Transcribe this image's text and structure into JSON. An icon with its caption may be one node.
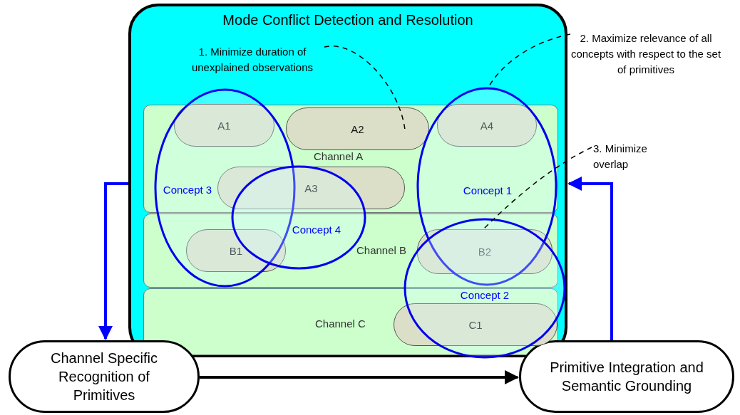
{
  "diagram": {
    "nodes": [
      {
        "text": [
          "Mode Conflict Detection and Resolution"
        ]
      },
      {
        "text": [
          "Channel A"
        ],
        "in": 0
      },
      {
        "text": [
          "Channel B"
        ],
        "in": 0
      },
      {
        "text": [
          "Channel C"
        ],
        "in": 0
      },
      {
        "text": [
          "A1"
        ]
      },
      {
        "text": [
          "A2"
        ],
        "in": 1
      },
      {
        "text": [
          "A3"
        ],
        "in": 1
      },
      {
        "text": [
          "A4"
        ]
      },
      {
        "text": [
          "B1"
        ]
      },
      {
        "text": [
          "B2"
        ]
      },
      {
        "text": [
          "C1"
        ],
        "in": 3
      },
      {
        "text": [
          "Concept 1"
        ],
        "in": 0
      },
      {
        "text": [
          "Concept 2"
        ],
        "in": 0
      },
      {
        "text": [
          "Concept 3"
        ],
        "in": 0
      },
      {
        "text": [
          "Concept 4"
        ],
        "in": 0
      },
      {
        "text": [
          "1. Minimize duration of unexplained observations"
        ],
        "in": 0
      },
      {
        "text": [
          "2. Maximize relevance of all concepts with respect to the set of primitives"
        ]
      },
      {
        "text": [
          "3. Minimize overlap"
        ]
      },
      {
        "text": [
          "Channel Specific Recognition of Primitives"
        ]
      },
      {
        "text": [
          "Primitive Integration and Semantic Grounding"
        ]
      }
    ],
    "edges": [
      {
        "from": 15,
        "to": 5,
        "arrow": "none",
        "style": "dashed"
      },
      {
        "from": 16,
        "to": 11,
        "arrow": "none",
        "style": "dashed"
      },
      {
        "from": 17,
        "to": 9,
        "arrow": "none",
        "style": "dashed"
      },
      {
        "from": 0,
        "to": 18,
        "arrow": "to",
        "style": "thick",
        "color": "#0000ff"
      },
      {
        "from": 18,
        "to": 19,
        "arrow": "to",
        "style": "thick"
      },
      {
        "from": 19,
        "to": 0,
        "arrow": "to",
        "style": "thick",
        "color": "#0000ff"
      }
    ]
  }
}
